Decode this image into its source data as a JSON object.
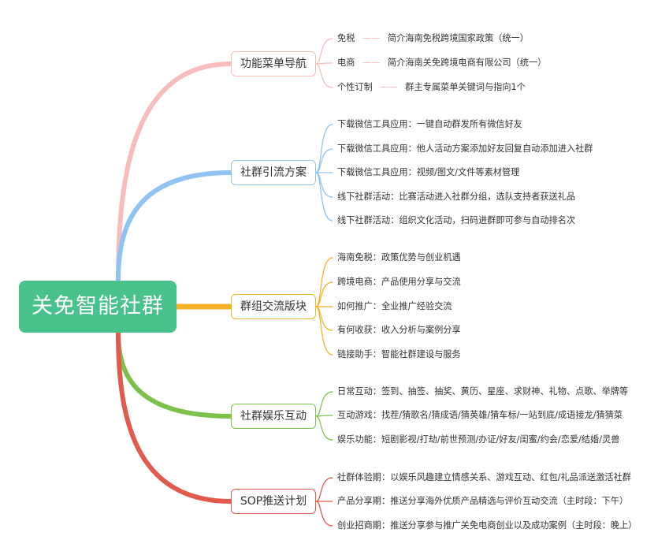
{
  "root": {
    "label": "关免智能社群",
    "color": "#48c18b"
  },
  "branches": [
    {
      "label": "功能菜单导航",
      "color": "#f7bcbc",
      "items": [
        {
          "key": "免税",
          "value": "简介海南免税跨境国家政策（统一）"
        },
        {
          "key": "电商",
          "value": "简介海南关免跨境电商有限公司（统一）"
        },
        {
          "key": "个性订制",
          "value": "群主专属菜单关键词与指向1个"
        }
      ]
    },
    {
      "label": "社群引流方案",
      "color": "#8fc4f2",
      "items": [
        {
          "key": "下载微信工具应用",
          "value": "一键自动群发所有微信好友"
        },
        {
          "key": "下载微信工具应用",
          "value": "他人活动方案添加好友回复自动添加进入社群"
        },
        {
          "key": "下载微信工具应用",
          "value": "视频/图文/文件等素材管理"
        },
        {
          "key": "线下社群活动",
          "value": "比赛活动进入社群分组，选队支持者获送礼品"
        },
        {
          "key": "线下社群活动",
          "value": "组织文化活动，扫码进群即可参与自动排名次"
        }
      ]
    },
    {
      "label": "群组交流版块",
      "color": "#f3b329",
      "items": [
        {
          "key": "海南免税",
          "value": "政策优势与创业机遇"
        },
        {
          "key": "跨境电商",
          "value": "产品使用分享与交流"
        },
        {
          "key": "如何推广",
          "value": "全业推广经验交流"
        },
        {
          "key": "有何收获",
          "value": "收入分析与案例分享"
        },
        {
          "key": "链接助手",
          "value": "智能社群建设与服务"
        }
      ]
    },
    {
      "label": "社群娱乐互动",
      "color": "#7cc14a",
      "items": [
        {
          "key": "日常互动",
          "value": "签到、抽签、抽奖、黄历、星座、求财神、礼物、点歌、举牌等"
        },
        {
          "key": "互动游戏",
          "value": "找茬/猜歌名/猜成语/猜英雄/猜车标/一站到底/成语接龙/猜猜菜"
        },
        {
          "key": "娱乐功能",
          "value": "短剧影视/打劫/前世预测/办证/好友/闺蜜/约会/恋爱/结婚/灵兽"
        }
      ]
    },
    {
      "label": "SOP推送计划",
      "color": "#e05a4e",
      "items": [
        {
          "key": "社群体验期",
          "value": "以娱乐风趣建立情感关系、游戏互动、红包/礼品派送激活社群"
        },
        {
          "key": "产品分享期",
          "value": "推送分享海外优质产品精选与评价互动交流（主时段：下午）"
        },
        {
          "key": "创业招商期",
          "value": "推送分享参与推广关免电商创业以及成功案例（主时段：晚上）"
        }
      ]
    }
  ]
}
